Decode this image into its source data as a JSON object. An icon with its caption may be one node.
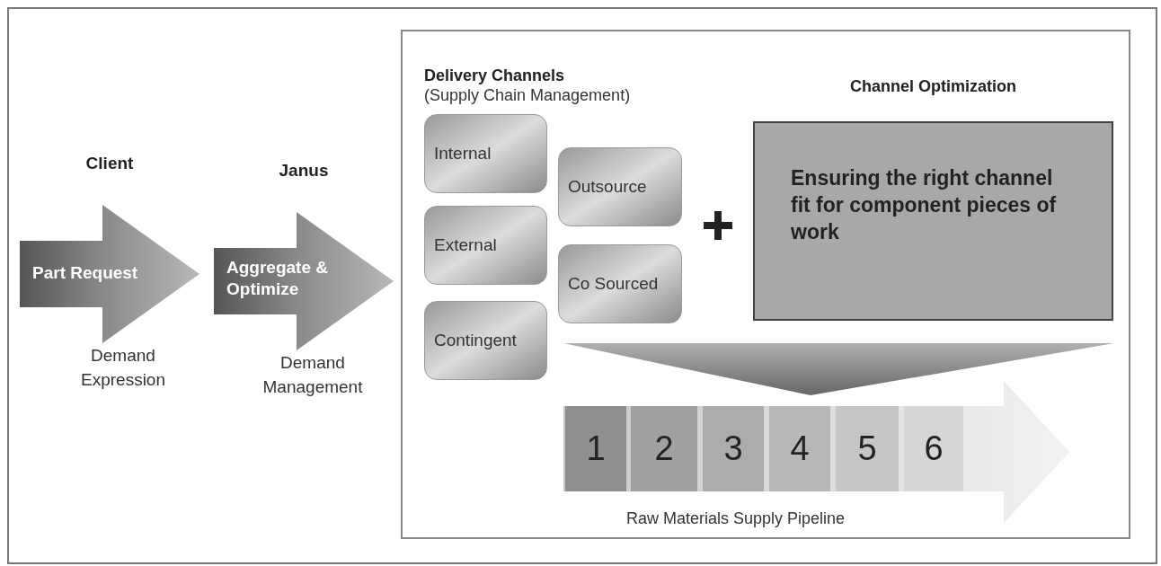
{
  "diagram": {
    "nodes": [
      {
        "text": [
          "Part Request"
        ],
        "beside": [
          "Client",
          "Demand Expression"
        ]
      },
      {
        "text": [
          "Aggregate & Optimize"
        ],
        "beside": [
          "Janus",
          "Demand Management"
        ]
      },
      {
        "text": [
          "Delivery Channels",
          "(Supply Chain Management)"
        ]
      },
      {
        "text": [
          "Internal"
        ],
        "in": 2
      },
      {
        "text": [
          "Outsource"
        ],
        "in": 2
      },
      {
        "text": [
          "External"
        ],
        "in": 2
      },
      {
        "text": [
          "Co Sourced"
        ],
        "in": 2
      },
      {
        "text": [
          "Contingent"
        ],
        "in": 2
      },
      {
        "text": [
          "Channel Optimization",
          "Ensuring the right channel fit for component pieces of work"
        ],
        "in": 2
      },
      {
        "text": [],
        "shape": "triangle",
        "in": 2
      },
      {
        "text": [
          "Raw Materials Supply Pipeline"
        ],
        "in": 2
      },
      {
        "text": [
          "1"
        ],
        "in": 10
      },
      {
        "text": [
          "2"
        ],
        "in": 10
      },
      {
        "text": [
          "3"
        ],
        "in": 10
      },
      {
        "text": [
          "4"
        ],
        "in": 10
      },
      {
        "text": [
          "5"
        ],
        "in": 10
      },
      {
        "text": [
          "6"
        ],
        "in": 10
      }
    ]
  }
}
